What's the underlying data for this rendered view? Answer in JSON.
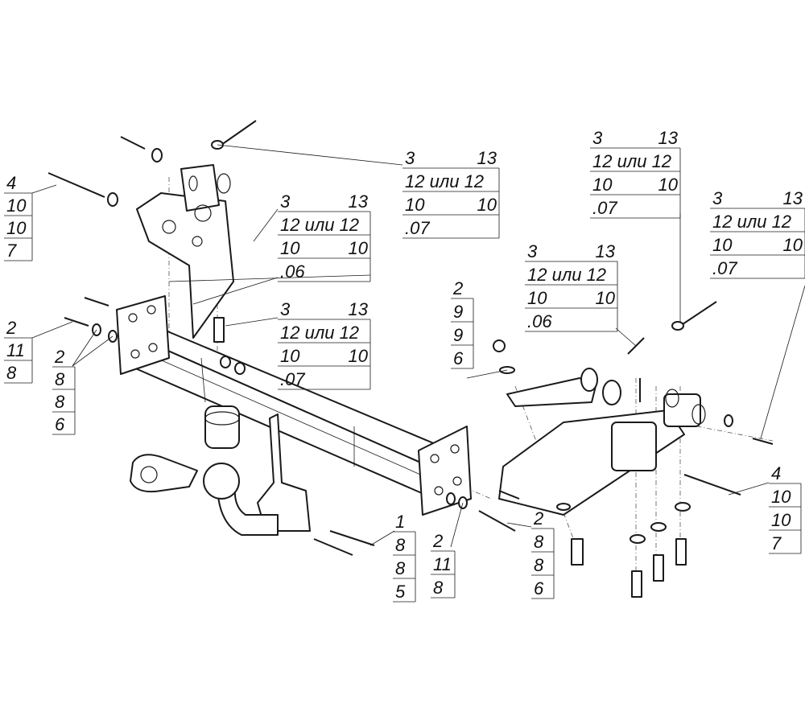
{
  "callouts": [
    {
      "id": "left-bolt-4",
      "rows": [
        [
          "4"
        ],
        [
          "10"
        ],
        [
          "10"
        ],
        [
          "7"
        ]
      ]
    },
    {
      "id": "left-bracket-top",
      "rows": [
        [
          "3",
          "13"
        ],
        [
          "12 или 12"
        ],
        [
          "10",
          "10"
        ],
        [
          ".07"
        ]
      ]
    },
    {
      "id": "left-bracket-mid",
      "rows": [
        [
          "3",
          "13"
        ],
        [
          "12 или 12"
        ],
        [
          "10",
          "10"
        ],
        [
          ".06"
        ]
      ]
    },
    {
      "id": "left-bracket-low",
      "rows": [
        [
          "3",
          "13"
        ],
        [
          "12 или 12"
        ],
        [
          "10",
          "10"
        ],
        [
          ".07"
        ]
      ]
    },
    {
      "id": "left-bolt-2-11",
      "rows": [
        [
          "2"
        ],
        [
          "11"
        ],
        [
          "8"
        ]
      ]
    },
    {
      "id": "left-bolt-2-8",
      "rows": [
        [
          "2"
        ],
        [
          "8"
        ],
        [
          "8"
        ],
        [
          "6"
        ]
      ]
    },
    {
      "id": "right-top",
      "rows": [
        [
          "3",
          "13"
        ],
        [
          "12 или 12"
        ],
        [
          "10",
          "10"
        ],
        [
          ".07"
        ]
      ]
    },
    {
      "id": "right-far",
      "rows": [
        [
          "3",
          "13"
        ],
        [
          "12 или 12"
        ],
        [
          "10",
          "10"
        ],
        [
          ".07"
        ]
      ]
    },
    {
      "id": "right-mid",
      "rows": [
        [
          "3",
          "13"
        ],
        [
          "12 или 12"
        ],
        [
          "10",
          "10"
        ],
        [
          ".06"
        ]
      ]
    },
    {
      "id": "right-2-9",
      "rows": [
        [
          "2"
        ],
        [
          "9"
        ],
        [
          "9"
        ],
        [
          "6"
        ]
      ]
    },
    {
      "id": "right-bolt-4",
      "rows": [
        [
          "4"
        ],
        [
          "10"
        ],
        [
          "10"
        ],
        [
          "7"
        ]
      ]
    },
    {
      "id": "ball-bolt-1",
      "rows": [
        [
          "1"
        ],
        [
          "8"
        ],
        [
          "8"
        ],
        [
          "5"
        ]
      ]
    },
    {
      "id": "center-2-11",
      "rows": [
        [
          "2"
        ],
        [
          "11"
        ],
        [
          "8"
        ]
      ]
    },
    {
      "id": "center-2-8",
      "rows": [
        [
          "2"
        ],
        [
          "8"
        ],
        [
          "8"
        ],
        [
          "6"
        ]
      ]
    }
  ]
}
